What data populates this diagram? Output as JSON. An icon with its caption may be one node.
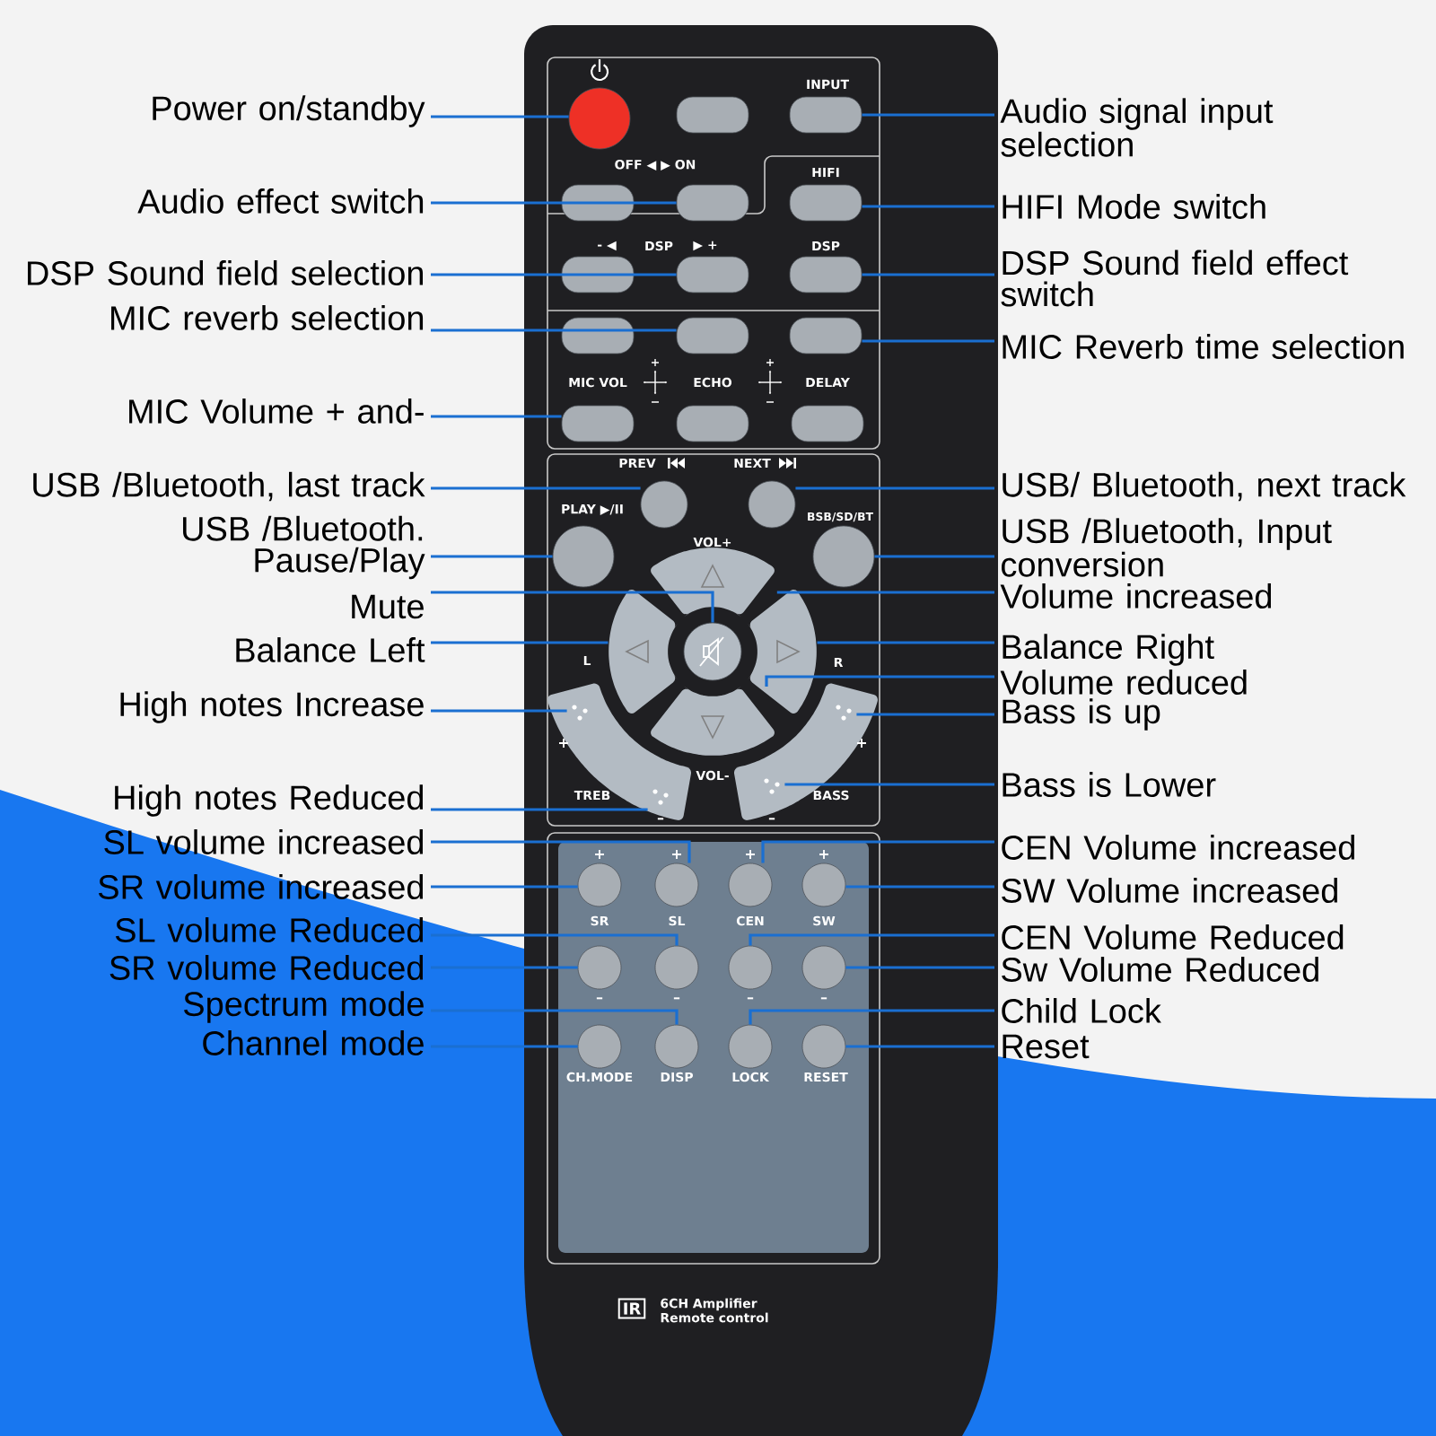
{
  "diagram": {
    "nodes": [
      {
        "text": [
          "Power on/standby"
        ]
      },
      {
        "text": [
          "Audio effect switch"
        ]
      },
      {
        "text": [
          "DSP Sound field selection"
        ]
      },
      {
        "text": [
          "MIC reverb selection"
        ]
      },
      {
        "text": [
          "MIC Volume + and-"
        ]
      },
      {
        "text": [
          "USB /Bluetooth, last track"
        ]
      },
      {
        "text": [
          "USB /Bluetooth. Pause/Play"
        ]
      },
      {
        "text": [
          "Mute"
        ]
      },
      {
        "text": [
          "Balance Left"
        ]
      },
      {
        "text": [
          "High notes Increase"
        ]
      },
      {
        "text": [
          "High notes Reduced"
        ]
      },
      {
        "text": [
          "SL volume increased"
        ]
      },
      {
        "text": [
          "SR volume increased"
        ]
      },
      {
        "text": [
          "SL volume Reduced"
        ]
      },
      {
        "text": [
          "SR volume Reduced"
        ]
      },
      {
        "text": [
          "Spectrum mode"
        ]
      },
      {
        "text": [
          "Channel mode"
        ]
      },
      {
        "text": [
          "Audio signal input selection"
        ]
      },
      {
        "text": [
          "HIFI Mode switch"
        ]
      },
      {
        "text": [
          "DSP Sound field effect switch"
        ]
      },
      {
        "text": [
          "MIC Reverb time selection"
        ]
      },
      {
        "text": [
          "USB/ Bluetooth, next track"
        ]
      },
      {
        "text": [
          "USB /Bluetooth, Input conversion"
        ]
      },
      {
        "text": [
          "Volume increased"
        ]
      },
      {
        "text": [
          "Balance Right"
        ]
      },
      {
        "text": [
          "Volume reduced"
        ]
      },
      {
        "text": [
          "Bass is up"
        ]
      },
      {
        "text": [
          "Bass is Lower"
        ]
      },
      {
        "text": [
          "CEN Volume increased"
        ]
      },
      {
        "text": [
          "SW Volume increased"
        ]
      },
      {
        "text": [
          "CEN Volume Reduced"
        ]
      },
      {
        "text": [
          "Sw Volume Reduced"
        ]
      },
      {
        "text": [
          "Child Lock"
        ]
      },
      {
        "text": [
          "Reset"
        ]
      },
      {
        "text": [],
        "shape": "circle"
      },
      {
        "text": [],
        "shape": "box"
      },
      {
        "text": [],
        "shape": "box"
      },
      {
        "text": [],
        "shape": "box"
      },
      {
        "text": [],
        "shape": "box"
      },
      {
        "text": [],
        "shape": "circle"
      },
      {
        "text": [],
        "shape": "circle"
      },
      {
        "text": [],
        "shape": "circle"
      },
      {
        "text": [],
        "shape": "arc"
      },
      {
        "text": [],
        "shape": "dots"
      },
      {
        "text": [],
        "shape": "dots"
      },
      {
        "text": [],
        "shape": "circle"
      },
      {
        "text": [],
        "shape": "circle"
      },
      {
        "text": [],
        "shape": "circle"
      },
      {
        "text": [],
        "shape": "circle"
      },
      {
        "text": [],
        "shape": "circle"
      },
      {
        "text": [],
        "shape": "circle"
      },
      {
        "text": [],
        "shape": "box"
      },
      {
        "text": [],
        "shape": "box"
      },
      {
        "text": [],
        "shape": "box"
      },
      {
        "text": [],
        "shape": "box"
      },
      {
        "text": [],
        "shape": "circle"
      },
      {
        "text": [],
        "shape": "circle"
      },
      {
        "text": [],
        "shape": "arc"
      },
      {
        "text": [],
        "shape": "arc"
      },
      {
        "text": [],
        "shape": "arc"
      },
      {
        "text": [],
        "shape": "dots"
      },
      {
        "text": [],
        "shape": "dots"
      },
      {
        "text": [],
        "shape": "circle"
      },
      {
        "text": [],
        "shape": "circle"
      },
      {
        "text": [],
        "shape": "circle"
      },
      {
        "text": [],
        "shape": "circle"
      },
      {
        "text": [],
        "shape": "circle"
      },
      {
        "text": [],
        "shape": "circle"
      },
      {
        "text": [],
        "shape": "box"
      },
      {
        "text": [],
        "shape": "box"
      },
      {
        "text": [],
        "shape": "box"
      },
      {
        "text": [],
        "shape": "box"
      },
      {
        "text": [],
        "shape": "box"
      },
      {
        "text": [],
        "shape": "box"
      }
    ],
    "edges": [
      {
        "from": 0,
        "to": 34,
        "arrow": "none"
      },
      {
        "from": 1,
        "to": 35,
        "arrow": "none"
      },
      {
        "from": 2,
        "to": 36,
        "arrow": "none"
      },
      {
        "from": 3,
        "to": 37,
        "arrow": "none"
      },
      {
        "from": 4,
        "to": 38,
        "arrow": "none"
      },
      {
        "from": 5,
        "to": 39,
        "arrow": "none"
      },
      {
        "from": 6,
        "to": 40,
        "arrow": "none"
      },
      {
        "from": 7,
        "to": 41,
        "arrow": "none"
      },
      {
        "from": 8,
        "to": 42,
        "arrow": "none"
      },
      {
        "from": 9,
        "to": 43,
        "arrow": "none"
      },
      {
        "from": 10,
        "to": 44,
        "arrow": "none"
      },
      {
        "from": 11,
        "to": 45,
        "arrow": "none"
      },
      {
        "from": 12,
        "to": 46,
        "arrow": "none"
      },
      {
        "from": 13,
        "to": 47,
        "arrow": "none"
      },
      {
        "from": 14,
        "to": 48,
        "arrow": "none"
      },
      {
        "from": 15,
        "to": 49,
        "arrow": "none"
      },
      {
        "from": 16,
        "to": 50,
        "arrow": "none"
      },
      {
        "from": 17,
        "to": 51,
        "arrow": "none"
      },
      {
        "from": 18,
        "to": 52,
        "arrow": "none"
      },
      {
        "from": 19,
        "to": 53,
        "arrow": "none"
      },
      {
        "from": 20,
        "to": 54,
        "arrow": "none"
      },
      {
        "from": 21,
        "to": 55,
        "arrow": "none"
      },
      {
        "from": 22,
        "to": 56,
        "arrow": "none"
      },
      {
        "from": 23,
        "to": 57,
        "arrow": "none"
      },
      {
        "from": 24,
        "to": 58,
        "arrow": "none"
      },
      {
        "from": 25,
        "to": 59,
        "arrow": "none"
      },
      {
        "from": 26,
        "to": 60,
        "arrow": "none"
      },
      {
        "from": 27,
        "to": 61,
        "arrow": "none"
      },
      {
        "from": 28,
        "to": 62,
        "arrow": "none"
      },
      {
        "from": 29,
        "to": 63,
        "arrow": "none"
      },
      {
        "from": 30,
        "to": 64,
        "arrow": "none"
      },
      {
        "from": 31,
        "to": 65,
        "arrow": "none"
      },
      {
        "from": 32,
        "to": 66,
        "arrow": "none"
      },
      {
        "from": 33,
        "to": 67,
        "arrow": "none"
      }
    ],
    "labels": [
      "INPUT",
      "OFF ◀ ▶ ON",
      "HIFI",
      "- ◀",
      "DSP",
      "▶ +",
      "DSP",
      "MIC VOL",
      "ECHO",
      "DELAY",
      "PREV",
      "NEXT",
      "PLAY ▶/II",
      "BSB/SD/BT",
      "VOL+",
      "L",
      "R",
      "+",
      "+",
      "TREB",
      "VOL-",
      "BASS",
      "–",
      "–",
      "+",
      "+",
      "+",
      "+",
      "SR",
      "SL",
      "CEN",
      "SW",
      "–",
      "–",
      "–",
      "–",
      "CH.MODE",
      "DISP",
      "LOCK",
      "RESET",
      "IR",
      "6CH Amplifier Remote control"
    ]
  }
}
